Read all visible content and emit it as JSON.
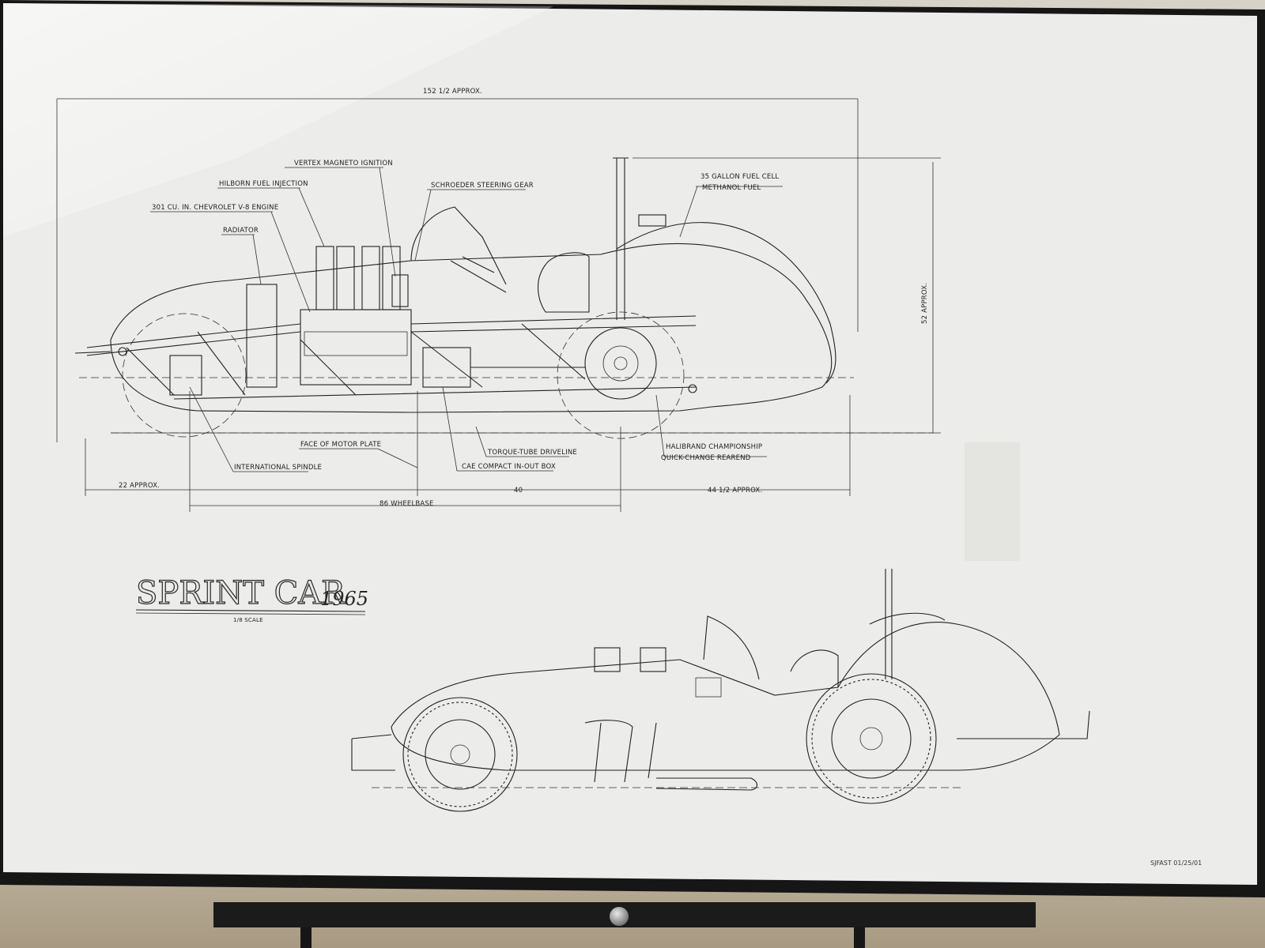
{
  "colors": {
    "frame": "#161616",
    "panel": "#ececea",
    "ink": "#222222",
    "wall": "#d2cdc2"
  },
  "title": {
    "main": "SPRINT CAR",
    "year": "1965",
    "scale": "1/8 SCALE"
  },
  "signature": "SJFAST 01/25/01",
  "dimensions": {
    "overall_length": "152 1/2 APPROX.",
    "height": "52 APPROX.",
    "front_overhang": "22 APPROX.",
    "wheelbase": "86 WHEELBASE",
    "motor_plate_to_rear_axle": "40",
    "rear_overhang": "44 1/2 APPROX."
  },
  "callouts": {
    "vertex": "VERTEX MAGNETO IGNITION",
    "hilborn": "HILBORN FUEL INJECTION",
    "engine": "301 CU. IN. CHEVROLET V-8 ENGINE",
    "radiator": "RADIATOR",
    "steering": "SCHROEDER STEERING GEAR",
    "fuel_cell_1": "35 GALLON FUEL CELL",
    "fuel_cell_2": "METHANOL FUEL",
    "motor_plate": "FACE OF MOTOR PLATE",
    "spindle": "INTERNATIONAL SPINDLE",
    "torque_tube": "TORQUE-TUBE DRIVELINE",
    "cae": "CAE COMPACT IN-OUT BOX",
    "halibrand_1": "HALIBRAND CHAMPIONSHIP",
    "halibrand_2": "QUICK-CHANGE REAREND"
  }
}
